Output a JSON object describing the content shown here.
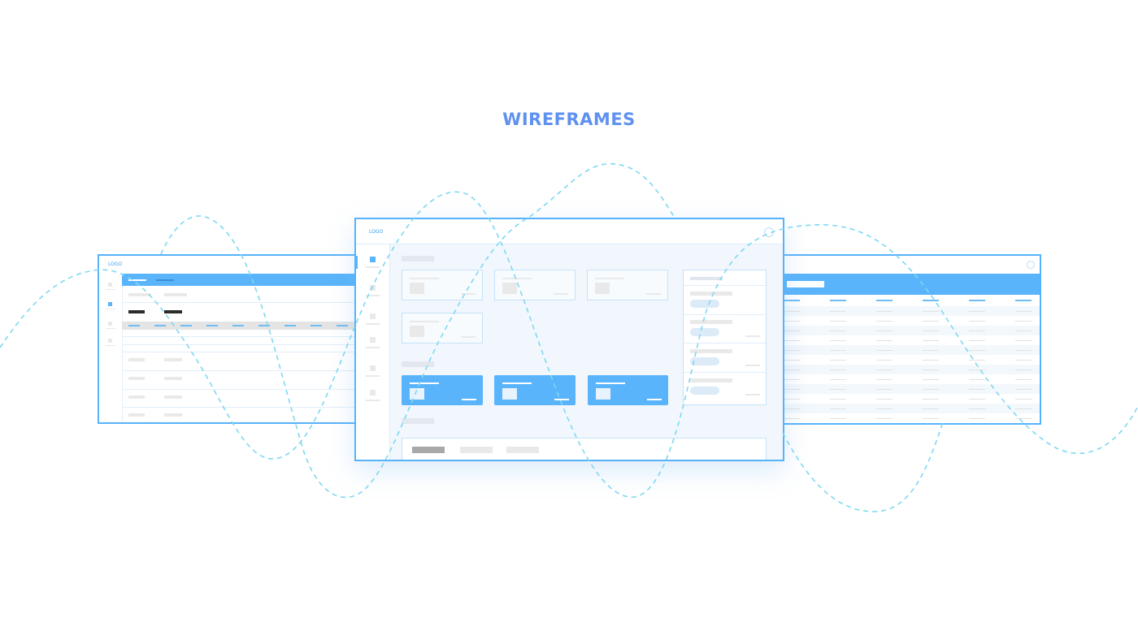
{
  "page": {
    "title": "WIREFRAMES"
  },
  "left_frame": {
    "logo": "LOGO"
  },
  "center_frame": {
    "logo": "LOGO"
  },
  "colors": {
    "accent": "#5f91ef",
    "frame_border": "#57b2fa",
    "card_blue": "#5ab4fb",
    "wave": "#7fd8f2",
    "center_bg": "#f1f7fd"
  }
}
